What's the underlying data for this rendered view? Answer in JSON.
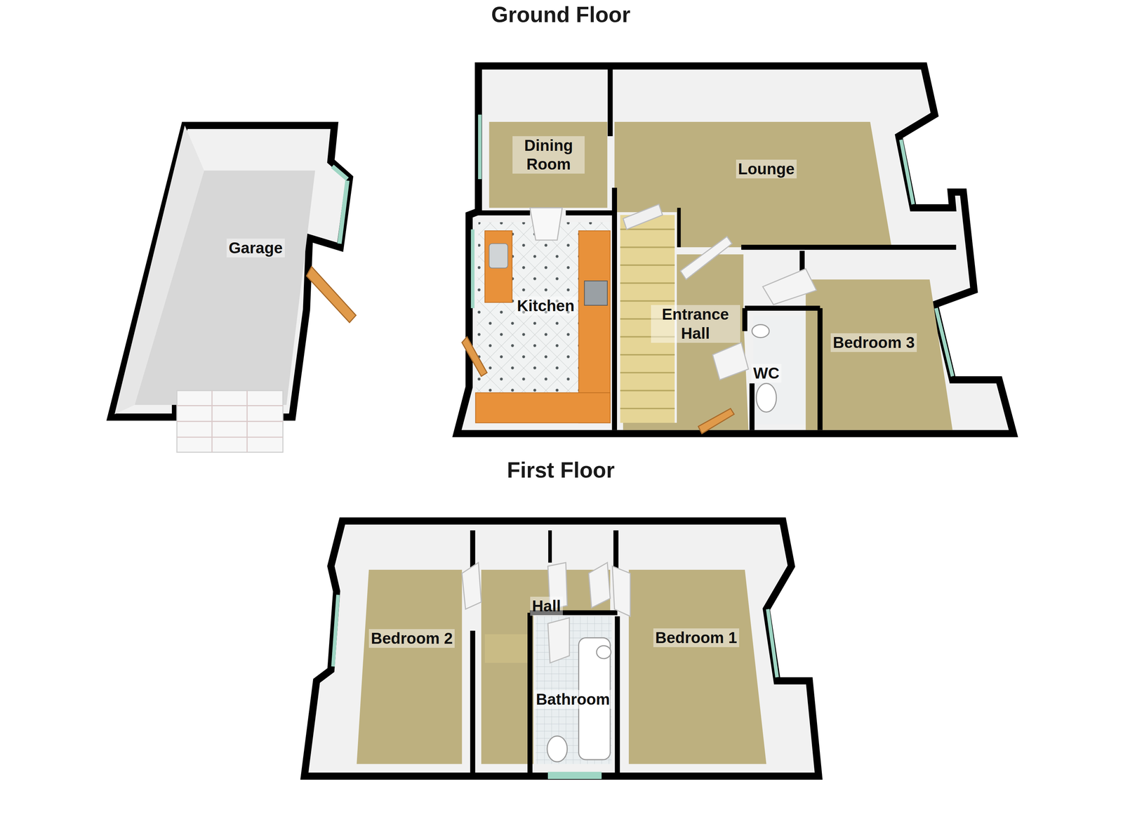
{
  "diagram": {
    "nodes": [
      {
        "text": [
          "Garage"
        ]
      },
      {
        "text": [
          "Dining Room"
        ]
      },
      {
        "text": [
          "Lounge"
        ]
      },
      {
        "text": [
          "Kitchen"
        ]
      },
      {
        "text": [
          "Entrance Hall"
        ]
      },
      {
        "text": [
          "WC"
        ]
      },
      {
        "text": [
          "Bedroom 3"
        ]
      },
      {
        "text": [
          "Hall"
        ]
      },
      {
        "text": [
          "Bedroom 2"
        ]
      },
      {
        "text": [
          "Bathroom"
        ]
      },
      {
        "text": [
          "Bedroom 1"
        ]
      }
    ],
    "labels": [
      "Ground Floor",
      "First Floor"
    ]
  }
}
